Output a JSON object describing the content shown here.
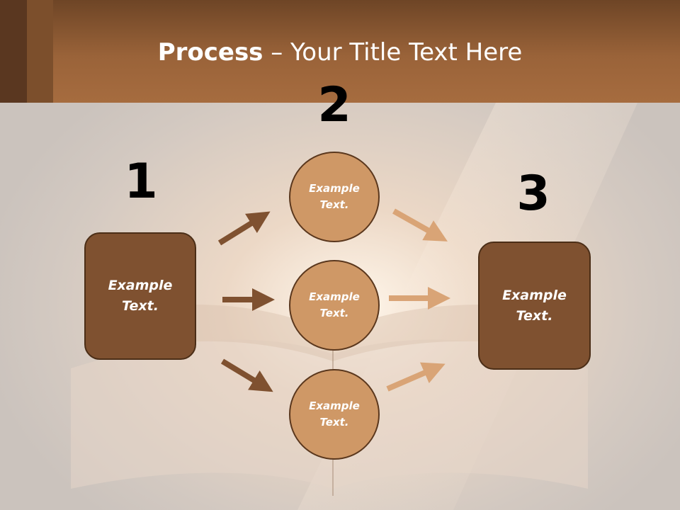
{
  "title": {
    "strong": "Process",
    "rest": " – Your Title Text Here"
  },
  "colors": {
    "header": "#9a6339",
    "box_fill": "#7f5130",
    "circle_fill": "#cf9866",
    "arrow_dark": "#7f5130",
    "arrow_light": "#d9a476",
    "background": "#cfc7c0"
  },
  "steps": [
    {
      "number": "1",
      "label": "Example\nText."
    },
    {
      "number": "2",
      "items": [
        {
          "label": "Example\nText."
        },
        {
          "label": "Example\nText."
        },
        {
          "label": "Example\nText."
        }
      ]
    },
    {
      "number": "3",
      "label": "Example\nText."
    }
  ],
  "arrows": {
    "incoming": [
      "to-top",
      "to-middle",
      "to-bottom"
    ],
    "outgoing": [
      "from-top",
      "from-middle",
      "from-bottom"
    ]
  }
}
